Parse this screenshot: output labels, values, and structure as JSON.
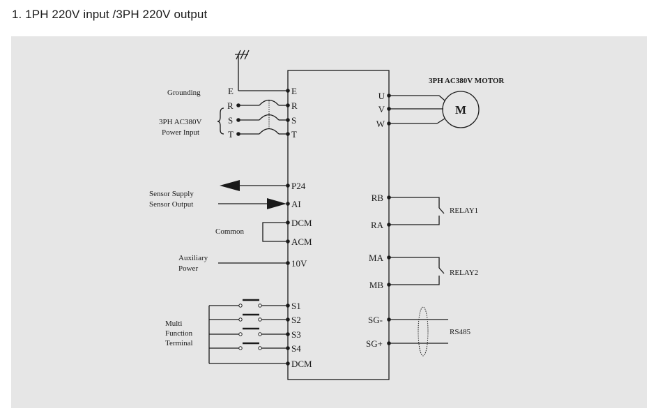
{
  "title": "1. 1PH 220V input /3PH 220V output",
  "diagram": {
    "drive_left_terminals": {
      "E": "E",
      "R": "R",
      "S": "S",
      "T": "T",
      "P24": "P24",
      "AI": "AI",
      "DCM1": "DCM",
      "ACM": "ACM",
      "V10": "10V",
      "S1": "S1",
      "S2": "S2",
      "S3": "S3",
      "S4": "S4",
      "DCM2": "DCM"
    },
    "drive_right_terminals": {
      "U": "U",
      "V": "V",
      "W": "W",
      "RB": "RB",
      "RA": "RA",
      "MA": "MA",
      "MB": "MB",
      "SGm": "SG-",
      "SGp": "SG+"
    },
    "external_terminals": {
      "E": "E",
      "R": "R",
      "S": "S",
      "T": "T"
    },
    "labels": {
      "grounding": "Grounding",
      "power_input_1": "3PH AC380V",
      "power_input_2": "Power Input",
      "motor_title": "3PH AC380V MOTOR",
      "motor_symbol": "M",
      "sensor_supply": "Sensor Supply",
      "sensor_output": "Sensor Output",
      "common": "Common",
      "aux_1": "Auxiliary",
      "aux_2": "Power",
      "relay1": "RELAY1",
      "relay2": "RELAY2",
      "mft_1": "Multi",
      "mft_2": "Function",
      "mft_3": "Terminal",
      "rs485": "RS485"
    }
  }
}
